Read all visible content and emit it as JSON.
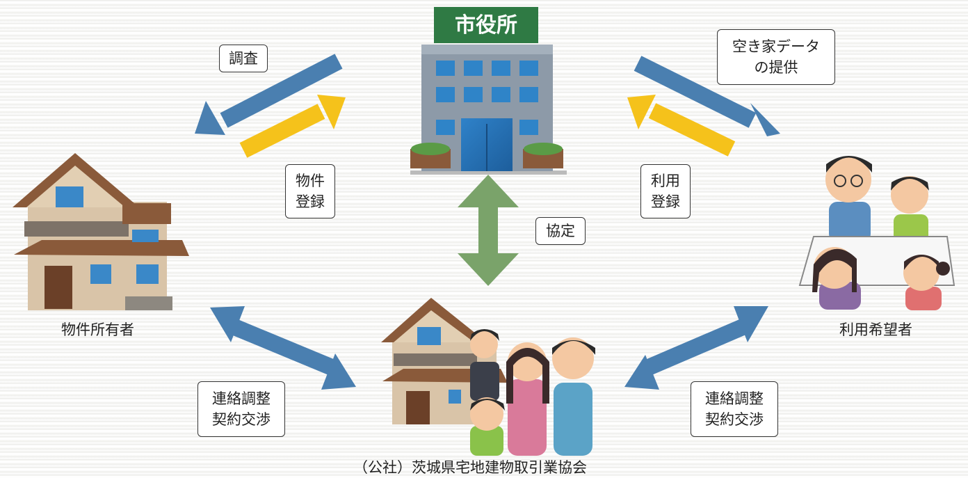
{
  "city_hall": {
    "sign": "市役所"
  },
  "labels": {
    "survey": "調査",
    "property_registration": [
      "物件",
      "登録"
    ],
    "vacancy_data": [
      "空き家データ",
      "の提供"
    ],
    "usage_registration": [
      "利用",
      "登録"
    ],
    "agreement": "協定",
    "coordination_left": [
      "連絡調整",
      "契約交渉"
    ],
    "coordination_right": [
      "連絡調整",
      "契約交渉"
    ]
  },
  "captions": {
    "owner": "物件所有者",
    "applicant": "利用希望者",
    "association": "（公社）茨城県宅地建物取引業協会"
  },
  "colors": {
    "blue_arrow": "#4a7fb0",
    "yellow_arrow": "#f5c21b",
    "green_arrow": "#7aa36a",
    "sign_green": "#2f7a44"
  }
}
